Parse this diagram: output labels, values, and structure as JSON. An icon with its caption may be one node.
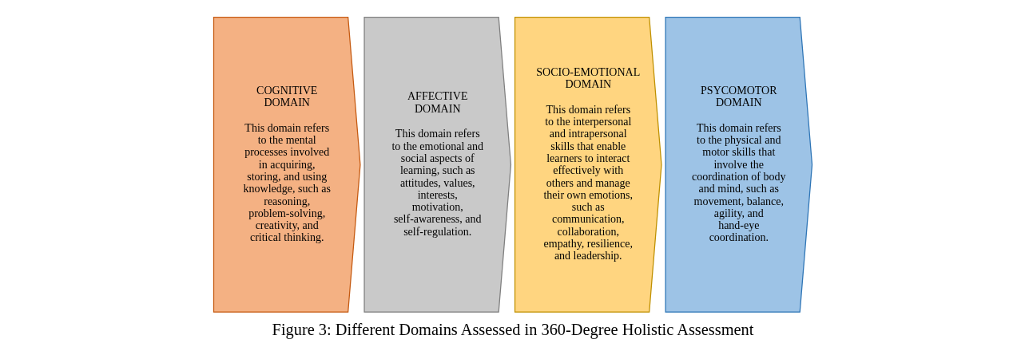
{
  "diagram": {
    "caption": "Figure 3: Different Domains Assessed in 360-Degree Holistic Assessment",
    "nodes": [
      {
        "text": [
          "COGNITIVE DOMAIN",
          "This domain refers to the mental processes involved in acquiring, storing, and using knowledge, such as reasoning, problem-solving, creativity, and critical thinking."
        ]
      },
      {
        "text": [
          "AFFECTIVE DOMAIN",
          "This domain refers to the emotional and social aspects of learning, such as attitudes, values, interests, motivation, self-awareness, and self-regulation."
        ]
      },
      {
        "text": [
          "SOCIO-EMOTIONAL DOMAIN",
          "This domain refers to the interpersonal and intrapersonal skills that enable learners to interact effectively with others and manage their own emotions, such as communication, collaboration, empathy, resilience, and leadership."
        ]
      },
      {
        "text": [
          "PSYCOMOTOR DOMAIN",
          "This domain refers to the physical and motor skills that involve the coordination of body and mind, such as movement, balance, agility, and hand-eye coordination."
        ]
      }
    ],
    "edges": []
  }
}
